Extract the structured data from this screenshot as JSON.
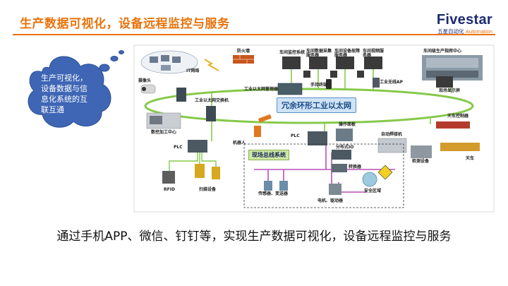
{
  "header": {
    "title": "生产数据可视化，设备远程监控与服务",
    "logo_main": "Fivestar",
    "logo_sub_cn": "五星自动化",
    "logo_sub_en": "Automation"
  },
  "cloud": {
    "text": "生产可视化，设备数据与信息化系统的互联互通"
  },
  "diagram": {
    "ring_label": "冗余环形工业以太网",
    "fieldbus_label": "现场总线系统",
    "labels": {
      "it_network": "IT网络",
      "firewall": "防火墙",
      "workshop_monitor": "车间监控系统",
      "workshop_collect": "车间数据采集服务器",
      "workshop_fault": "车间设备故障服务器",
      "workshop_video": "车间视频服务器",
      "workshop_command": "车间级生产指挥中心",
      "camera": "摄像头",
      "eth_manager": "工业以太网管理器",
      "handheld": "手持终端",
      "wireless_ap": "工业无线AP",
      "onsite_display": "现场显示屏",
      "eth_switch": "工业以太网交换机",
      "cnc": "数控加工中心",
      "robot": "机器人",
      "plc_left": "PLC",
      "plc_center": "PLC",
      "operation_panel": "操作面板",
      "crane_controller": "天车控制器",
      "auto_welder": "自动焊接机",
      "distributed_io": "分布式IO",
      "converter": "转换器",
      "safety_zone": "安全区域",
      "inspection": "检测设备",
      "crane": "天车",
      "rfid": "RFID",
      "scanner": "扫描设备",
      "sensors": "传感器、变送器",
      "motor": "电机、驱动器"
    }
  },
  "caption": "通过手机APP、微信、钉钉等，实现生产数据可视化，设备远程监控与服务",
  "colors": {
    "accent": "#e8730c",
    "brand": "#1b2a72",
    "cloud": "#3f66b5",
    "ring": "#86c94a",
    "fieldbus": "#b84fb8"
  }
}
